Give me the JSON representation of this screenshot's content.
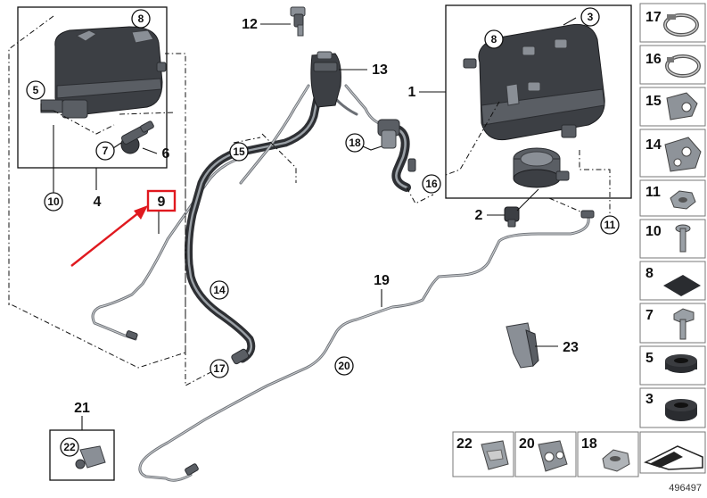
{
  "diagram": {
    "callouts": {
      "c1": "1",
      "c2": "2",
      "c3": "3",
      "c4": "4",
      "c5": "5",
      "c6": "6",
      "c7": "7",
      "c8a": "8",
      "c8b": "8",
      "c9": "9",
      "c10": "10",
      "c11": "11",
      "c12": "12",
      "c13": "13",
      "c14": "14",
      "c15": "15",
      "c16": "16",
      "c17": "17",
      "c18": "18",
      "c19": "19",
      "c20": "20",
      "c21": "21",
      "c22": "22",
      "c23": "23"
    },
    "highlight_color": "#e0191f",
    "side_panel": [
      "17",
      "16",
      "15",
      "14",
      "11",
      "10",
      "8",
      "7",
      "5",
      "3"
    ],
    "bottom_panel": [
      "22",
      "20",
      "18"
    ],
    "diagram_id": "496497"
  }
}
